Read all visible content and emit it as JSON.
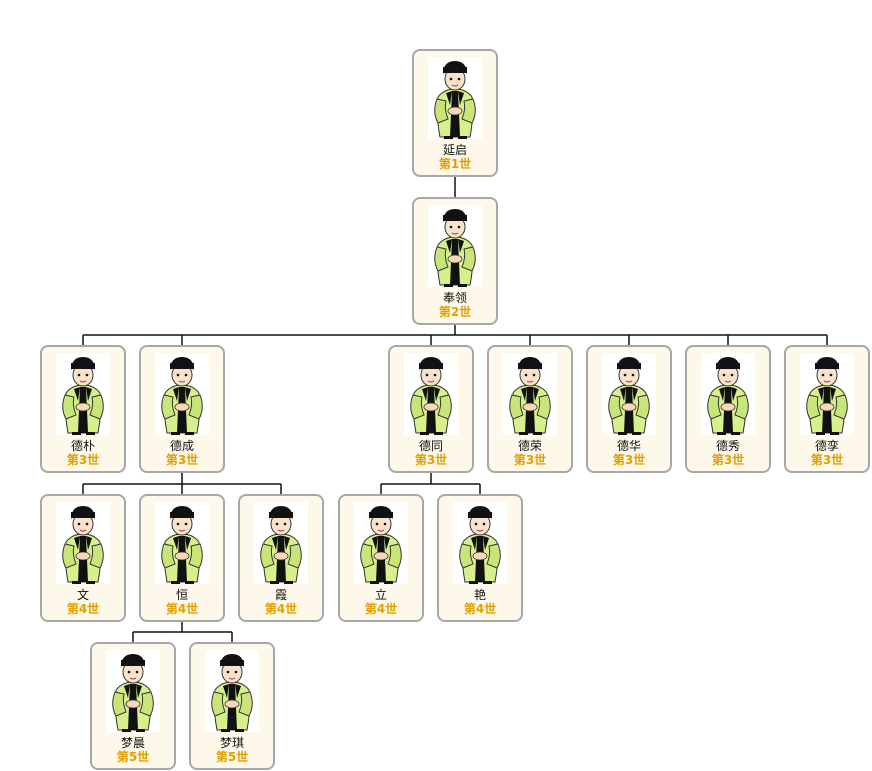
{
  "colors": {
    "line": "#111111",
    "card_border": "#a7a7a7",
    "card_bg": "#fdf8ea",
    "generation_text": "#e0a000",
    "robe": "#d7f08c",
    "hat": "#111111"
  },
  "members": [
    {
      "id": "m1",
      "name": "延启",
      "generation": "第1世",
      "parent": null
    },
    {
      "id": "m2",
      "name": "奉领",
      "generation": "第2世",
      "parent": "m1"
    },
    {
      "id": "m3",
      "name": "德朴",
      "generation": "第3世",
      "parent": "m2"
    },
    {
      "id": "m4",
      "name": "德成",
      "generation": "第3世",
      "parent": "m2"
    },
    {
      "id": "m5",
      "name": "德同",
      "generation": "第3世",
      "parent": "m2"
    },
    {
      "id": "m6",
      "name": "德荣",
      "generation": "第3世",
      "parent": "m2"
    },
    {
      "id": "m7",
      "name": "德华",
      "generation": "第3世",
      "parent": "m2"
    },
    {
      "id": "m8",
      "name": "德秀",
      "generation": "第3世",
      "parent": "m2"
    },
    {
      "id": "m9",
      "name": "德孪",
      "generation": "第3世",
      "parent": "m2"
    },
    {
      "id": "m10",
      "name": "文",
      "generation": "第4世",
      "parent": "m4"
    },
    {
      "id": "m11",
      "name": "恒",
      "generation": "第4世",
      "parent": "m4"
    },
    {
      "id": "m12",
      "name": "霞",
      "generation": "第4世",
      "parent": "m4"
    },
    {
      "id": "m13",
      "name": "立",
      "generation": "第4世",
      "parent": "m5"
    },
    {
      "id": "m14",
      "name": "艳",
      "generation": "第4世",
      "parent": "m5"
    },
    {
      "id": "m15",
      "name": "梦晨",
      "generation": "第5世",
      "parent": "m11"
    },
    {
      "id": "m16",
      "name": "梦琪",
      "generation": "第5世",
      "parent": "m11"
    }
  ]
}
